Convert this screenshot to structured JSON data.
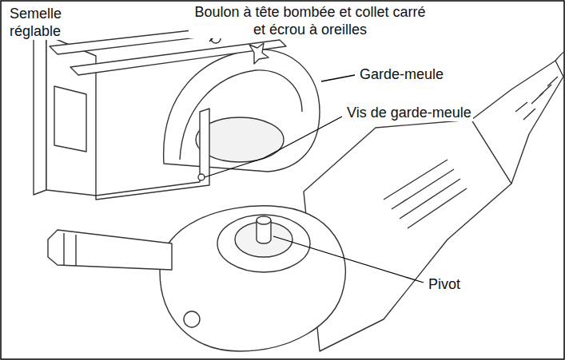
{
  "diagram": {
    "labels": [
      "Semelle réglable",
      "Boulon à tête bombée et collet carré et écrou à oreilles",
      "Garde-meule",
      "Vis de garde-meule",
      "Pivot"
    ]
  }
}
